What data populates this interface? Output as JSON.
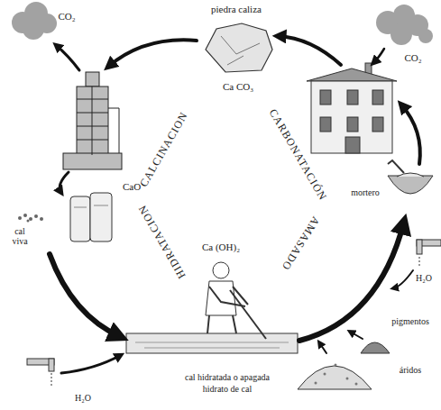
{
  "diagram": {
    "labels": [
      "CO₂",
      "piedra caliza",
      "Ca CO₃",
      "CO₂",
      "CALCINACION",
      "CARBONATACIÓN",
      "AMASADO",
      "HIDRATACION",
      "CaO",
      "Ca (OH)₂",
      "cal viva",
      "mortero",
      "H₂O",
      "pigmentos",
      "áridos",
      "H₂O",
      "cal hidratada o apagada",
      "hidrato de cal"
    ]
  }
}
